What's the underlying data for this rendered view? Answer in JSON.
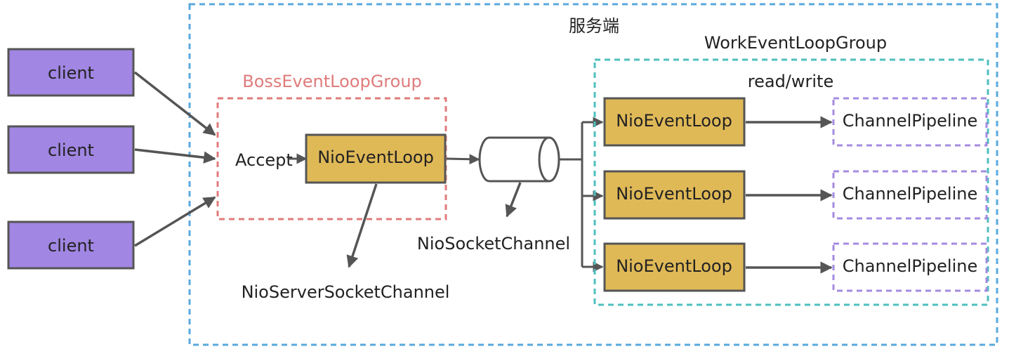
{
  "server": {
    "title": "服务端"
  },
  "clients": [
    {
      "label": "client"
    },
    {
      "label": "client"
    },
    {
      "label": "client"
    }
  ],
  "boss_group": {
    "title": "BossEventLoopGroup",
    "accept_label": "Accept",
    "event_loop_label": "NioEventLoop",
    "server_channel_label": "NioServerSocketChannel"
  },
  "socket_channel": {
    "label": "NioSocketChannel"
  },
  "work_group": {
    "title": "WorkEventLoopGroup",
    "op_label": "read/write",
    "event_loops": [
      {
        "label": "NioEventLoop",
        "pipeline": "ChannelPipeline"
      },
      {
        "label": "NioEventLoop",
        "pipeline": "ChannelPipeline"
      },
      {
        "label": "NioEventLoop",
        "pipeline": "ChannelPipeline"
      }
    ]
  },
  "colors": {
    "client_fill": "#a186e3",
    "event_loop_fill": "#e0b957",
    "server_border": "#5aa9dd",
    "boss_border": "#e07b7b",
    "work_border": "#4fbfbf",
    "pipeline_border": "#a48be0",
    "stroke": "#555555"
  }
}
